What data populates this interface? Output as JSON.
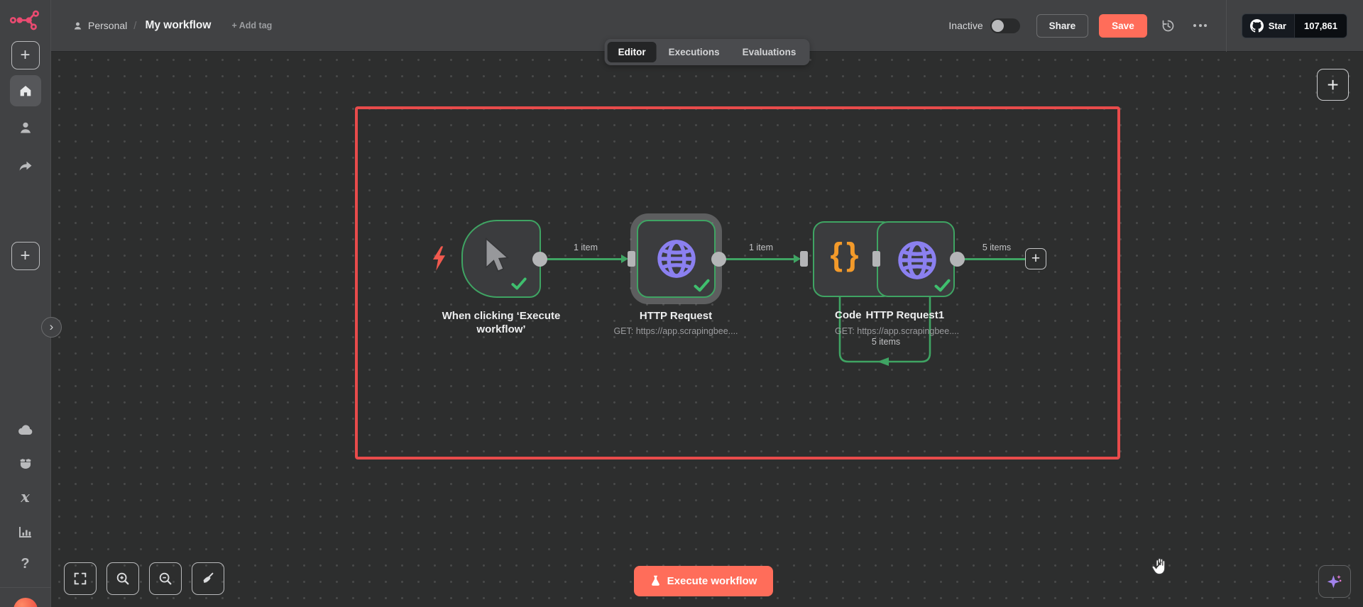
{
  "header": {
    "breadcrumb": {
      "owner": "Personal",
      "separator": "/",
      "title": "My workflow",
      "add_tag_label": "+ Add tag"
    },
    "tabs": [
      {
        "label": "Editor"
      },
      {
        "label": "Executions"
      },
      {
        "label": "Evaluations"
      }
    ],
    "activation_label": "Inactive",
    "share_label": "Share",
    "save_label": "Save",
    "github": {
      "star_label": "Star",
      "star_count": "107,861"
    }
  },
  "canvas": {
    "nodes": {
      "trigger": {
        "label_line1": "When clicking ‘Execute",
        "label_line2": "workflow’"
      },
      "http1": {
        "label": "HTTP Request",
        "subtitle": "GET: https://app.scrapingbee...."
      },
      "code": {
        "label": "Code"
      },
      "http2": {
        "label": "HTTP Request1",
        "subtitle": "GET: https://app.scrapingbee...."
      }
    },
    "connections": {
      "c1": {
        "label": "1 item"
      },
      "c2": {
        "label": "1 item"
      },
      "c3": {
        "label": "5 items"
      },
      "loop": {
        "label": "5 items"
      }
    },
    "execute_button_label": "Execute workflow"
  },
  "glyphs": {
    "plus": "+",
    "chevron_right": "›",
    "braces": "{}",
    "question": "?",
    "x_var": "x"
  },
  "colors": {
    "accent": "#ff6d5a",
    "success": "#3fa463",
    "selection_red": "#e84b4b",
    "node_purple": "#8b80f0",
    "code_orange": "#f39a2a",
    "brand_pink": "#ea4b71"
  }
}
